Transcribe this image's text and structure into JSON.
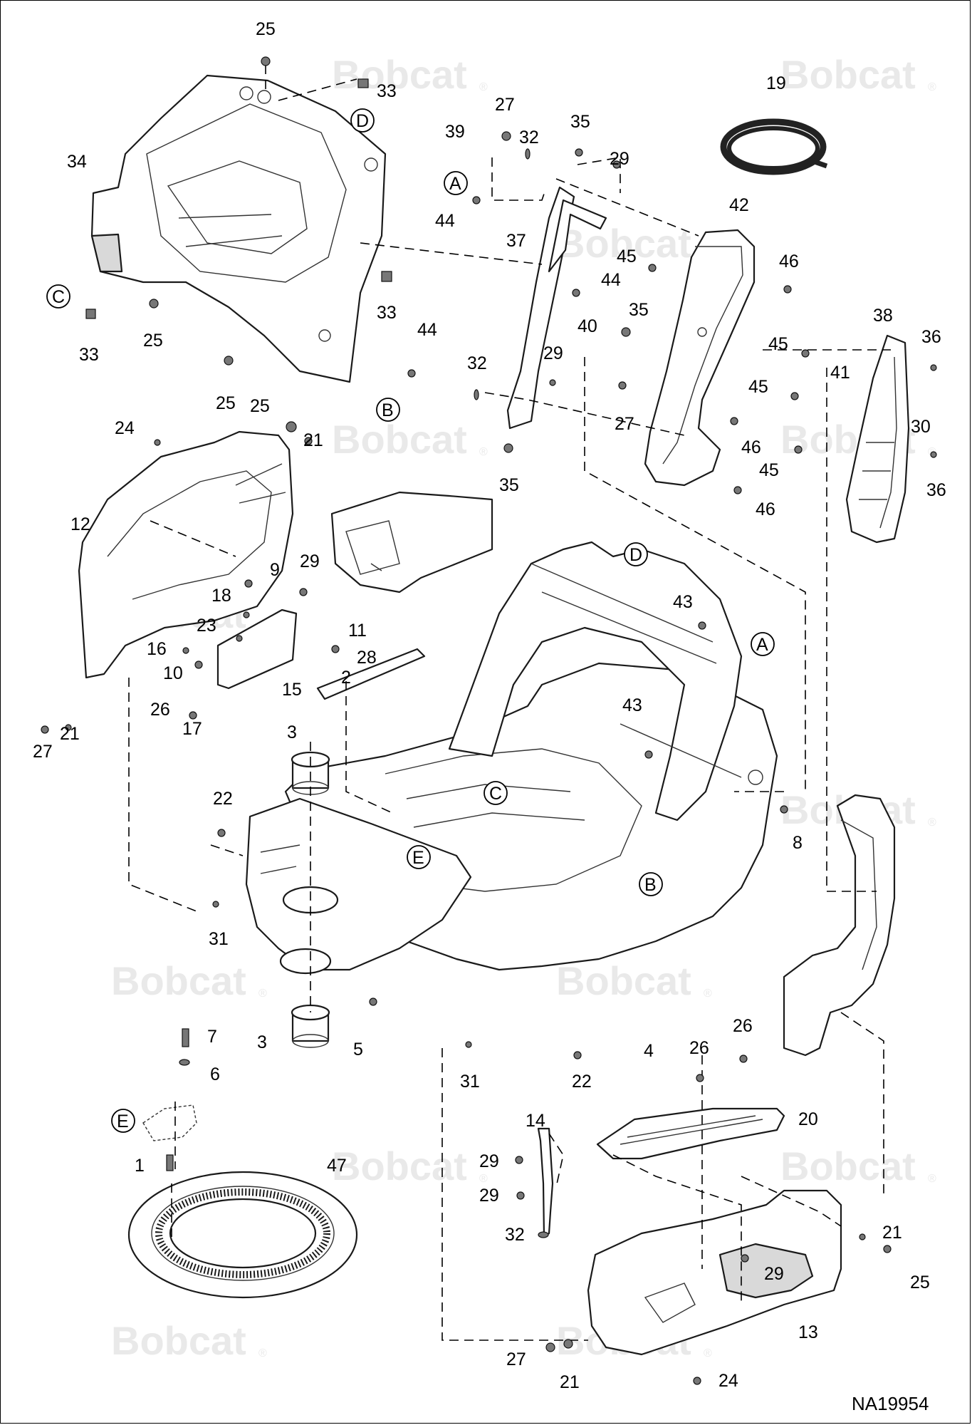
{
  "drawing_number": "NA19954",
  "watermark_text": "Bobcat",
  "colors": {
    "line": "#1a1a1a",
    "background": "#ffffff",
    "watermark": "#e9e9e9",
    "gasket": "#222222"
  },
  "part_numbers": [
    "25",
    "33",
    "34",
    "33",
    "25",
    "33",
    "25",
    "27",
    "39",
    "32",
    "35",
    "29",
    "44",
    "37",
    "44",
    "19",
    "42",
    "45",
    "46",
    "44",
    "32",
    "40",
    "35",
    "29",
    "27",
    "35",
    "38",
    "36",
    "45",
    "41",
    "45",
    "30",
    "46",
    "46",
    "45",
    "36",
    "25",
    "21",
    "24",
    "12",
    "29",
    "9",
    "18",
    "11",
    "23",
    "16",
    "10",
    "28",
    "15",
    "26",
    "2",
    "17",
    "27",
    "21",
    "43",
    "43",
    "3",
    "8",
    "22",
    "31",
    "3",
    "5",
    "4",
    "7",
    "6",
    "31",
    "22",
    "26",
    "26",
    "14",
    "20",
    "1",
    "47",
    "29",
    "29",
    "32",
    "21",
    "29",
    "25",
    "13",
    "27",
    "21",
    "24"
  ],
  "callouts": [
    "D",
    "A",
    "C",
    "B",
    "D",
    "A",
    "C",
    "E",
    "B",
    "E"
  ]
}
